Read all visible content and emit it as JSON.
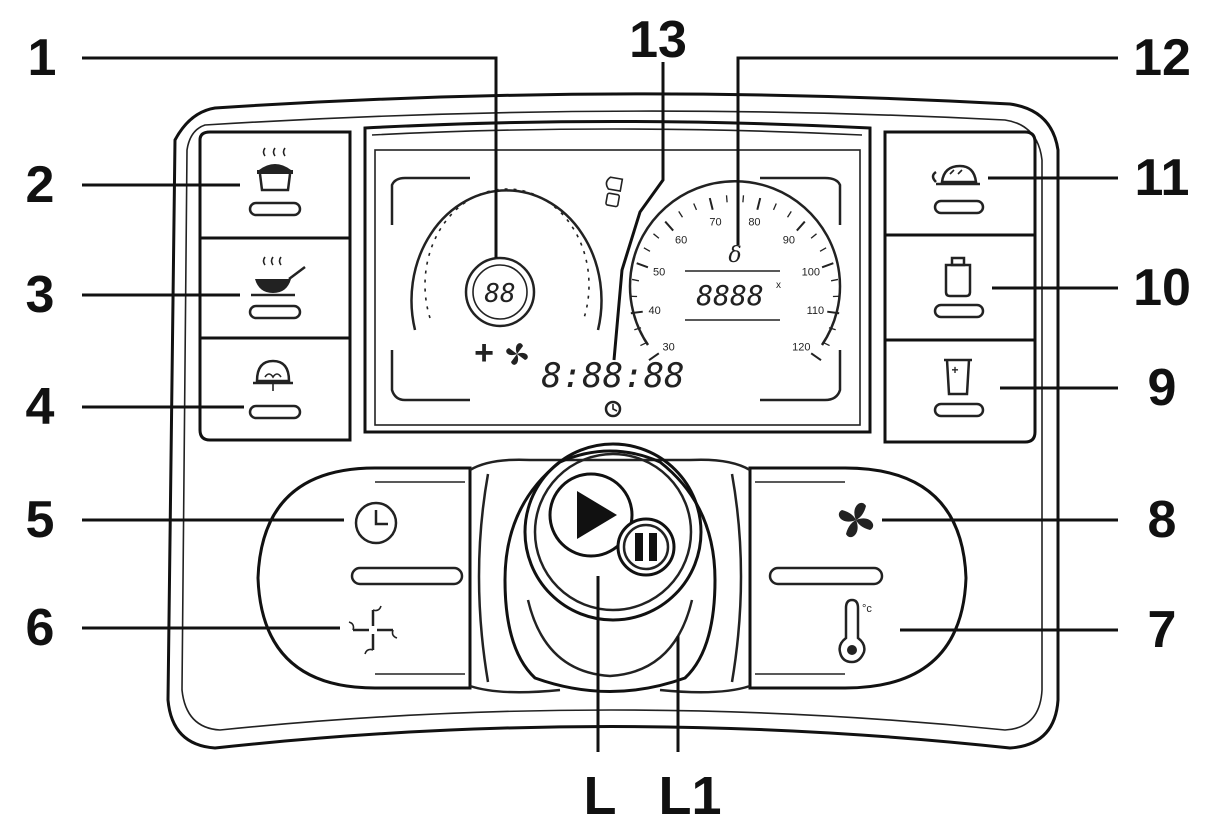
{
  "callouts": {
    "c1": "1",
    "c2": "2",
    "c3": "3",
    "c4": "4",
    "c5": "5",
    "c6": "6",
    "c7": "7",
    "c8": "8",
    "c9": "9",
    "c10": "10",
    "c11": "11",
    "c12": "12",
    "c13": "13",
    "cL": "L",
    "cL1": "L1"
  },
  "display": {
    "center_readout": "88",
    "time_readout": "8:88:88",
    "gauge_readout": "8888",
    "gauge_ticks": [
      "30",
      "40",
      "50",
      "60",
      "70",
      "80",
      "90",
      "100",
      "110",
      "120"
    ],
    "plus_sign": "+",
    "celsius_mark": "°c"
  },
  "icons": {
    "button_2": "pot-steam-icon",
    "button_3": "pan-steam-icon",
    "button_4": "dome-cover-icon",
    "button_5": "clock-icon",
    "button_6": "fan-icon",
    "button_7": "thermometer-icon",
    "button_8": "snowflake-icon",
    "button_9": "cup-icon",
    "button_10": "jar-icon",
    "button_11": "roast-icon",
    "knob": "play-pause-icon"
  }
}
